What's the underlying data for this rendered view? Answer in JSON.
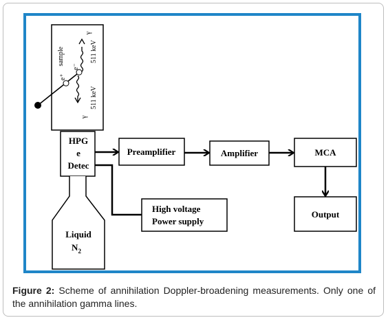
{
  "diagram": {
    "sample_label": "sample",
    "gamma_symbol": "γ",
    "energy_label": "511 keV",
    "positron_label": "e⁺",
    "electron_label": "e⁻",
    "detector_lines": [
      "HPG",
      "e",
      "Detec"
    ],
    "liquid_label": "Liquid",
    "n2_main": "N",
    "n2_sub": "2",
    "preamplifier_label": "Preamplifier",
    "amplifier_label": "Amplifier",
    "mca_label": "MCA",
    "output_label": "Output",
    "hv_line1": "High voltage",
    "hv_line2": "Power supply"
  },
  "caption": {
    "figure_label": "Figure 2:",
    "text": " Scheme of annihilation Doppler-broadening measurements. Only one of the annihilation gamma lines."
  }
}
